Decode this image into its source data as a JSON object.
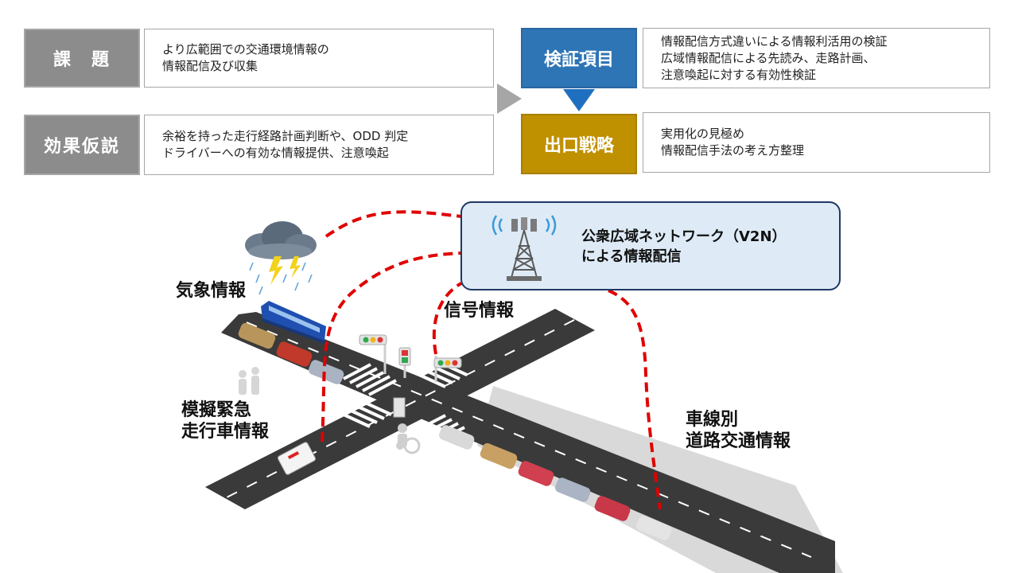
{
  "plan": {
    "issue": {
      "label": "課　題",
      "lines": [
        "より広範囲での交通環境情報の",
        "情報配信及び収集"
      ]
    },
    "hypothesis": {
      "label": "効果仮説",
      "lines": [
        "余裕を持った走行経路計画判断や、ODD 判定",
        "ドライバーへの有効な情報提供、注意喚起"
      ]
    },
    "verification": {
      "label": "検証項目",
      "lines": [
        "情報配信方式違いによる情報利活用の検証",
        "広域情報配信による先読み、走路計画、",
        "注意喚起に対する有効性検証"
      ]
    },
    "exit_strategy": {
      "label": "出口戦略",
      "lines": [
        "実用化の見極め",
        "情報配信手法の考え方整理"
      ]
    }
  },
  "network": {
    "lines": [
      "公衆広域ネットワーク（V2N）",
      "による情報配信"
    ]
  },
  "info_labels": {
    "weather": "気象情報",
    "signal": "信号情報",
    "emergency": [
      "模擬緊急",
      "走行車情報"
    ],
    "lane_traffic": [
      "車線別",
      "道路交通情報"
    ]
  },
  "colors": {
    "gray_label": "#8c8c8c",
    "blue_label": "#2e75b6",
    "gold_label": "#bf9000",
    "network_fill": "#deebf7",
    "network_border": "#1f3864",
    "link_dash": "#e00000",
    "road": "#3a3a3a"
  }
}
